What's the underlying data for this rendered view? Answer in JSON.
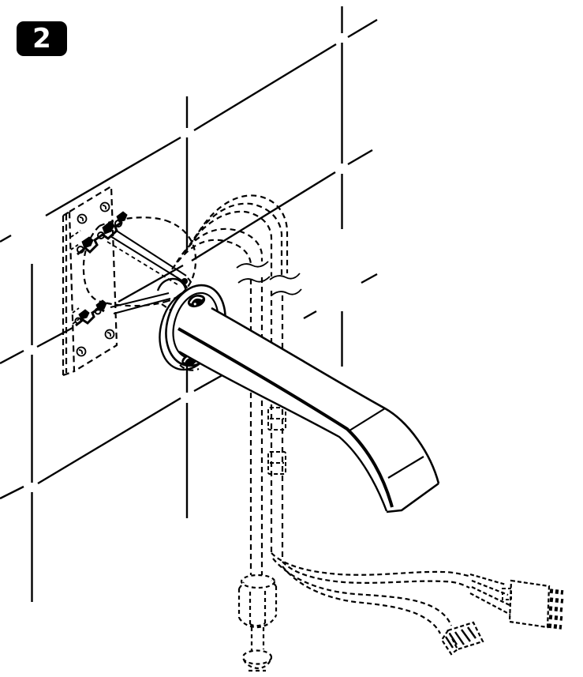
{
  "figure": {
    "step_badge": "2",
    "description": "Installation diagram: wall-mounted electronic basin spout, step 2",
    "colors": {
      "line": "#000000",
      "background": "#ffffff",
      "badge_bg": "#000000",
      "badge_text": "#ffffff"
    },
    "parts": [
      "tile-grid",
      "mounting-plate",
      "plate-screws",
      "valve-body",
      "clamp-hardware",
      "hose-loops",
      "hose-break-marks",
      "escutcheon-flange",
      "flange-screws",
      "spout",
      "supply-pipe",
      "compression-nut",
      "pipe-end-fitting",
      "cable-clips",
      "sensor-cables",
      "connector-plug-small",
      "connector-plug-5pin"
    ]
  }
}
